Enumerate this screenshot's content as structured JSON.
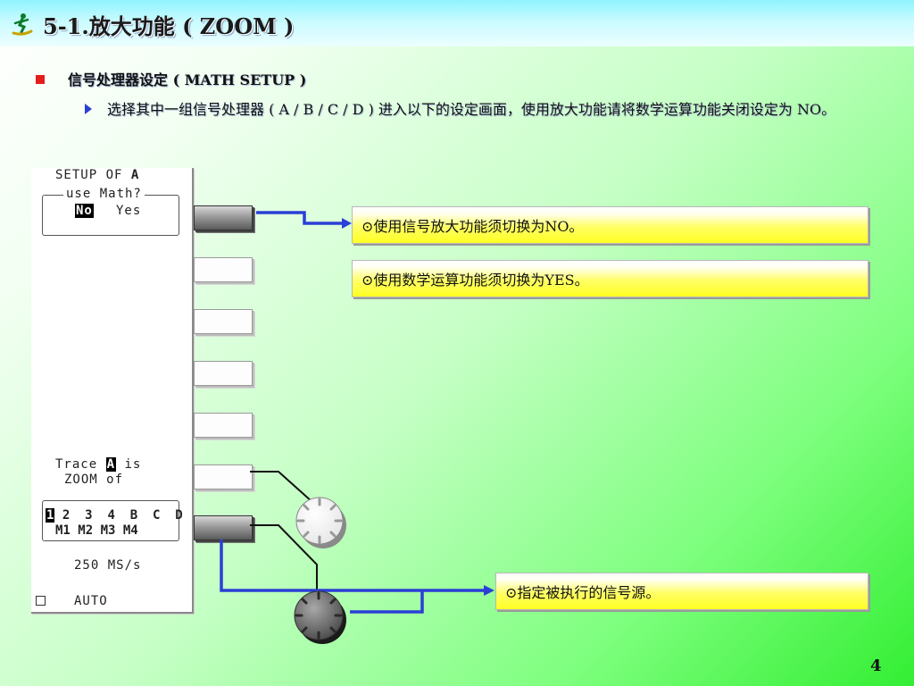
{
  "header": {
    "title": "5-1.放大功能 ( ZOOM )",
    "icon": "skateboarder-icon"
  },
  "bullet": {
    "heading": "信号处理器设定 ( MATH SETUP )",
    "sub_text": "选择其中一组信号处理器 ( A / B / C / D ) 进入以下的设定画面，使用放大功能请将数学运算功能关闭设定为 NO。"
  },
  "screen": {
    "setup_label": "SETUP OF ",
    "setup_channel": "A",
    "math_legend": "use Math?",
    "opt_no": "No",
    "opt_yes": "Yes",
    "trace_prefix": "Trace ",
    "trace_channel": "A",
    "trace_suffix": " is",
    "zoom_of": "ZOOM of",
    "src_selected": "1",
    "src_row1": " 2  3  4  B  C  D",
    "src_row2": "M1 M2 M3 M4",
    "sample_rate": "250 MS/s",
    "auto_label": "AUTO"
  },
  "callouts": {
    "c1": "⊙使用信号放大功能须切换为NO。",
    "c2": "⊙使用数学运算功能须切换为YES。",
    "c3": "⊙指定被执行的信号源。"
  },
  "page_number": "4",
  "colors": {
    "connector": "#2a3fd6",
    "bullet": "#e41d1d",
    "callout_fill": "#ffff33"
  }
}
